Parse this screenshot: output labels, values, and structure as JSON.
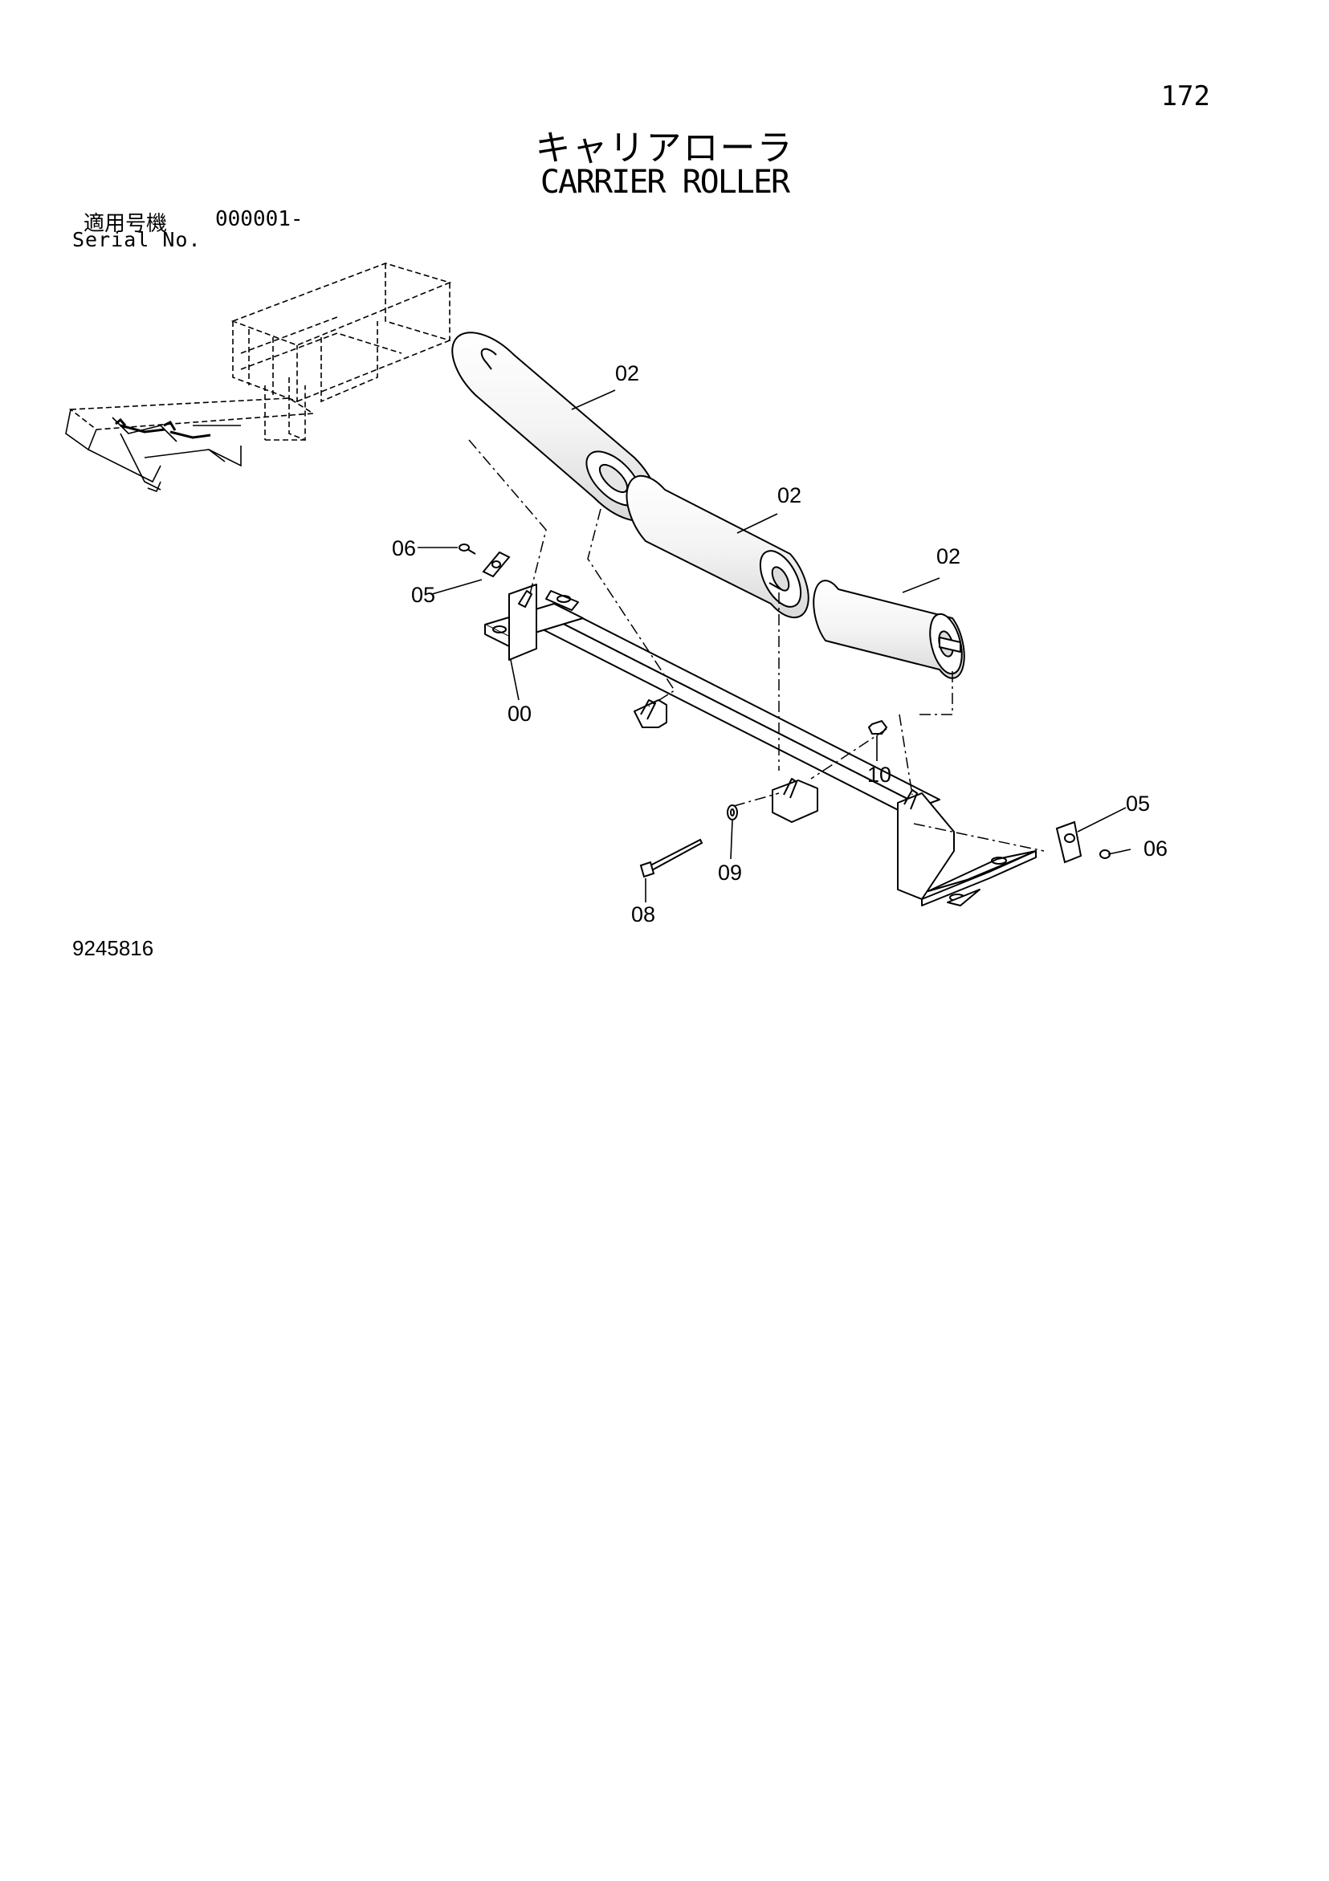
{
  "page": {
    "number": "172",
    "drawing_number": "9245816"
  },
  "title": {
    "japanese": "キャリアローラ",
    "english": "CARRIER ROLLER"
  },
  "serial": {
    "label_jp": "適用号機",
    "range": "000001-",
    "label_en": "Serial No."
  },
  "callouts": {
    "roller_top": "02",
    "roller_middle": "02",
    "roller_right": "02",
    "bolt_left": "06",
    "plate_left": "05",
    "frame": "00",
    "nut": "10",
    "plate_right": "05",
    "bolt_right": "06",
    "washer": "09",
    "long_bolt": "08"
  }
}
